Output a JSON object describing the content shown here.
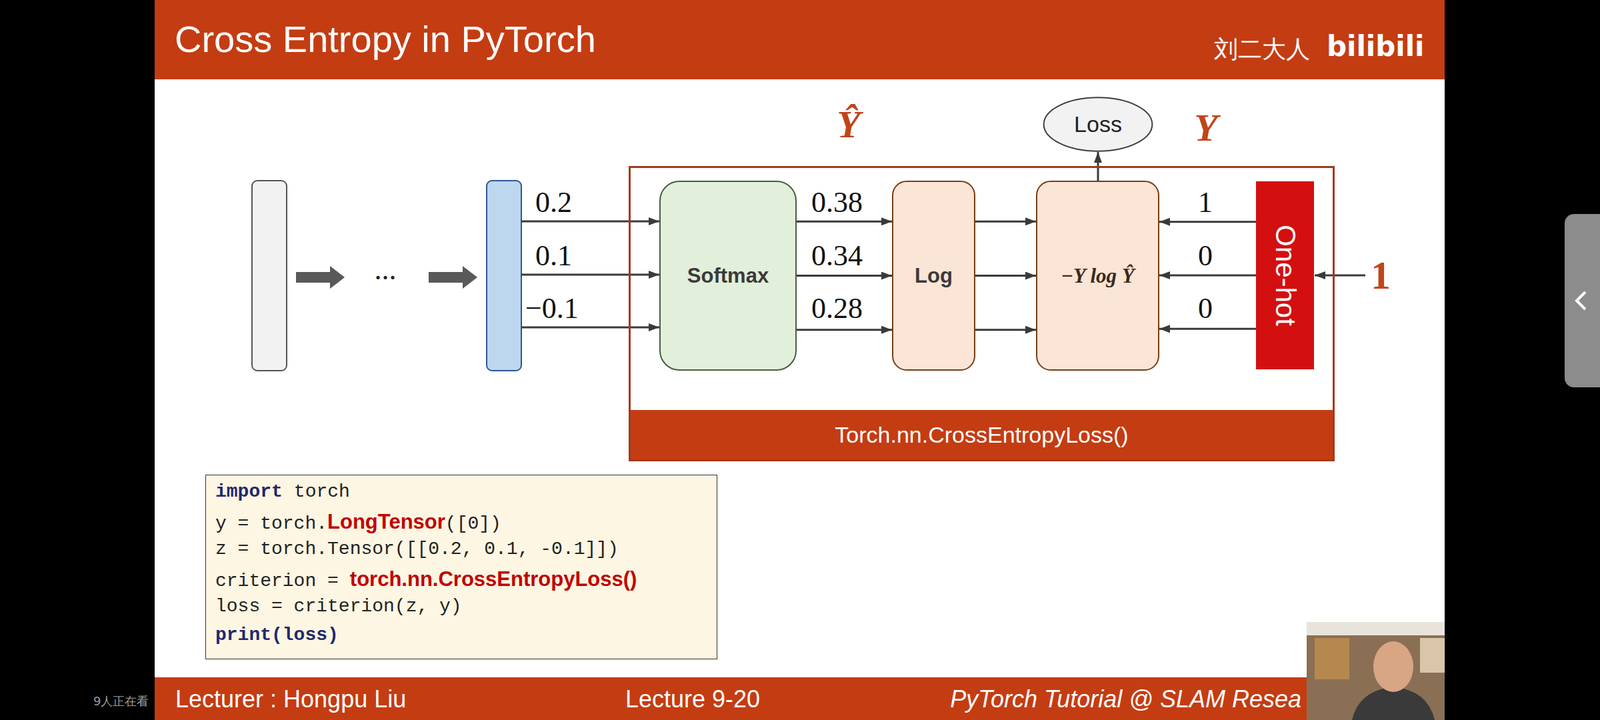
{
  "diagram": {
    "title": "Cross Entropy in PyTorch",
    "nodes": [
      {
        "text": [
          "Torch.nn.CrossEntropyLoss()"
        ]
      },
      {
        "text": [
          "Softmax"
        ],
        "in": 0
      },
      {
        "text": [
          "Log"
        ],
        "in": 0
      },
      {
        "text": [
          "−Y log Ŷ"
        ],
        "in": 0
      },
      {
        "text": [
          "One-hot"
        ],
        "in": 0
      },
      {
        "text": [
          "Loss"
        ]
      },
      {
        "text": [
          "import",
          "torch",
          "y = torch.",
          "LongTensor",
          "([0])",
          "z = torch.Tensor([[0.2, 0.1, -0.1]])",
          "criterion =",
          "torch.nn.CrossEntropyLoss()",
          "loss = criterion(z, y)",
          "print(loss)"
        ]
      }
    ],
    "edges": [
      {
        "from": 1,
        "to": 2,
        "arrow": "to"
      },
      {
        "from": 1,
        "to": 2,
        "arrow": "to"
      },
      {
        "from": 1,
        "to": 2,
        "arrow": "to"
      },
      {
        "from": 2,
        "to": 3,
        "arrow": "to"
      },
      {
        "from": 2,
        "to": 3,
        "arrow": "to"
      },
      {
        "from": 2,
        "to": 3,
        "arrow": "to"
      },
      {
        "from": 4,
        "to": 3,
        "arrow": "to"
      },
      {
        "from": 4,
        "to": 3,
        "arrow": "to"
      },
      {
        "from": 4,
        "to": 3,
        "arrow": "to"
      },
      {
        "from": 3,
        "to": 5,
        "arrow": "to"
      }
    ],
    "labels": [
      "刘二大人",
      "bilibili",
      "...",
      "0.2",
      "0.1",
      "−0.1",
      "0.38",
      "0.34",
      "0.28",
      "Ŷ",
      "Y",
      "1",
      "0",
      "0",
      "1",
      "Lecturer : Hongpu Liu",
      "Lecture 9-20",
      "PyTorch Tutorial @ SLAM Resea",
      "9人正在看"
    ]
  }
}
